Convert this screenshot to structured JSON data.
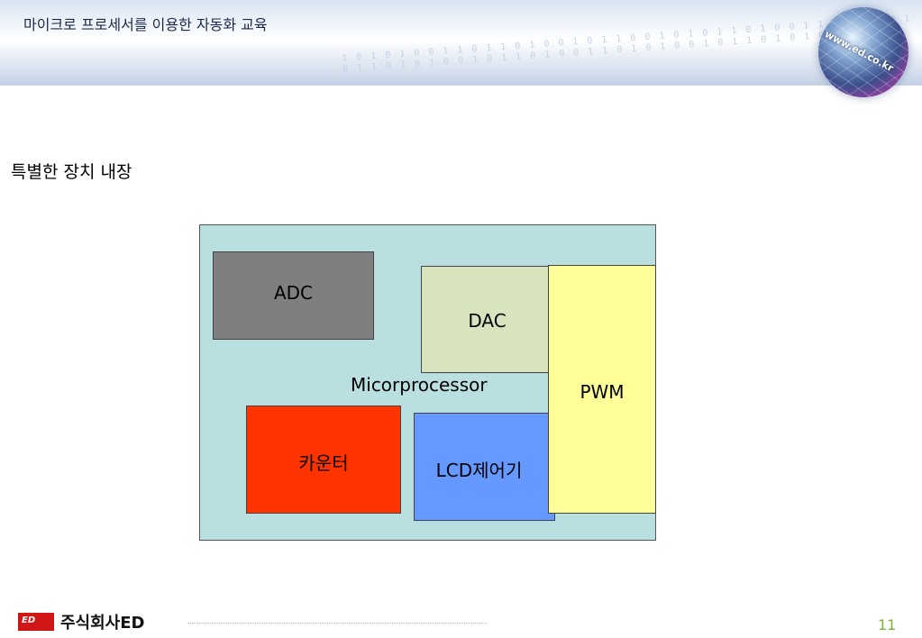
{
  "header": {
    "title": "마이크로 프로세서를 이용한 자동화 교육",
    "logo_text": "www.ed.co.kr"
  },
  "slide": {
    "heading": "특별한 장치 내장"
  },
  "diagram": {
    "container_label": "Micorprocessor",
    "blocks": {
      "adc": "ADC",
      "dac": "DAC",
      "pwm": "PWM",
      "counter": "카운터",
      "lcd": "LCD제어기"
    },
    "colors": {
      "background": "#b9dfe1",
      "adc": "#7f7f7f",
      "dac": "#d7e4bd",
      "pwm": "#ffff99",
      "counter": "#ff3300",
      "lcd": "#6699ff"
    }
  },
  "footer": {
    "logo_text": "ED",
    "company": "주식회사ED",
    "page_number": "11"
  }
}
